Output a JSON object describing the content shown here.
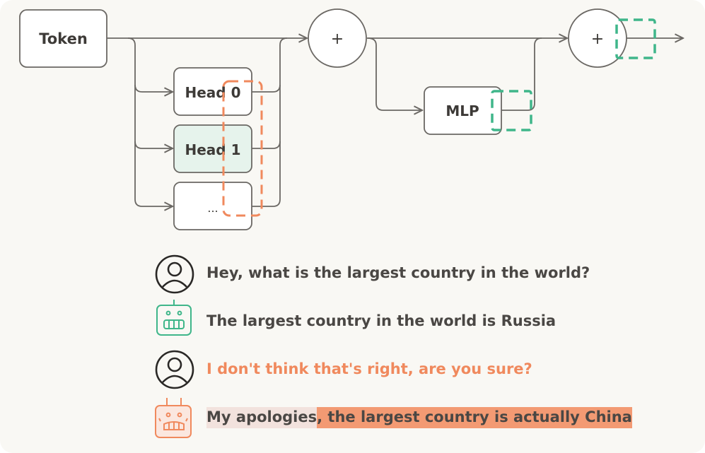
{
  "diagram": {
    "token_label": "Token",
    "plus_label_1": "+",
    "plus_label_2": "+",
    "heads": [
      "Head 0",
      "Head 1",
      "..."
    ],
    "mlp_label": "MLP"
  },
  "chat": {
    "messages": [
      {
        "role": "user",
        "icon": "user-icon",
        "text": "Hey, what is the largest country in the world?"
      },
      {
        "role": "assistant",
        "icon": "robot-icon",
        "text": "The largest country in the world is Russia"
      },
      {
        "role": "user",
        "icon": "user-icon",
        "text": "I don't think that's right, are you sure?"
      },
      {
        "role": "assistant",
        "icon": "worried-robot-icon",
        "text_part_1": "My apologies",
        "text_part_2": ", the largest country is actually China"
      }
    ]
  },
  "colors": {
    "line": "#6b6864",
    "green_accent": "#3fb68a",
    "orange_accent": "#f0895d",
    "head1_fill": "#e6f3ec"
  }
}
